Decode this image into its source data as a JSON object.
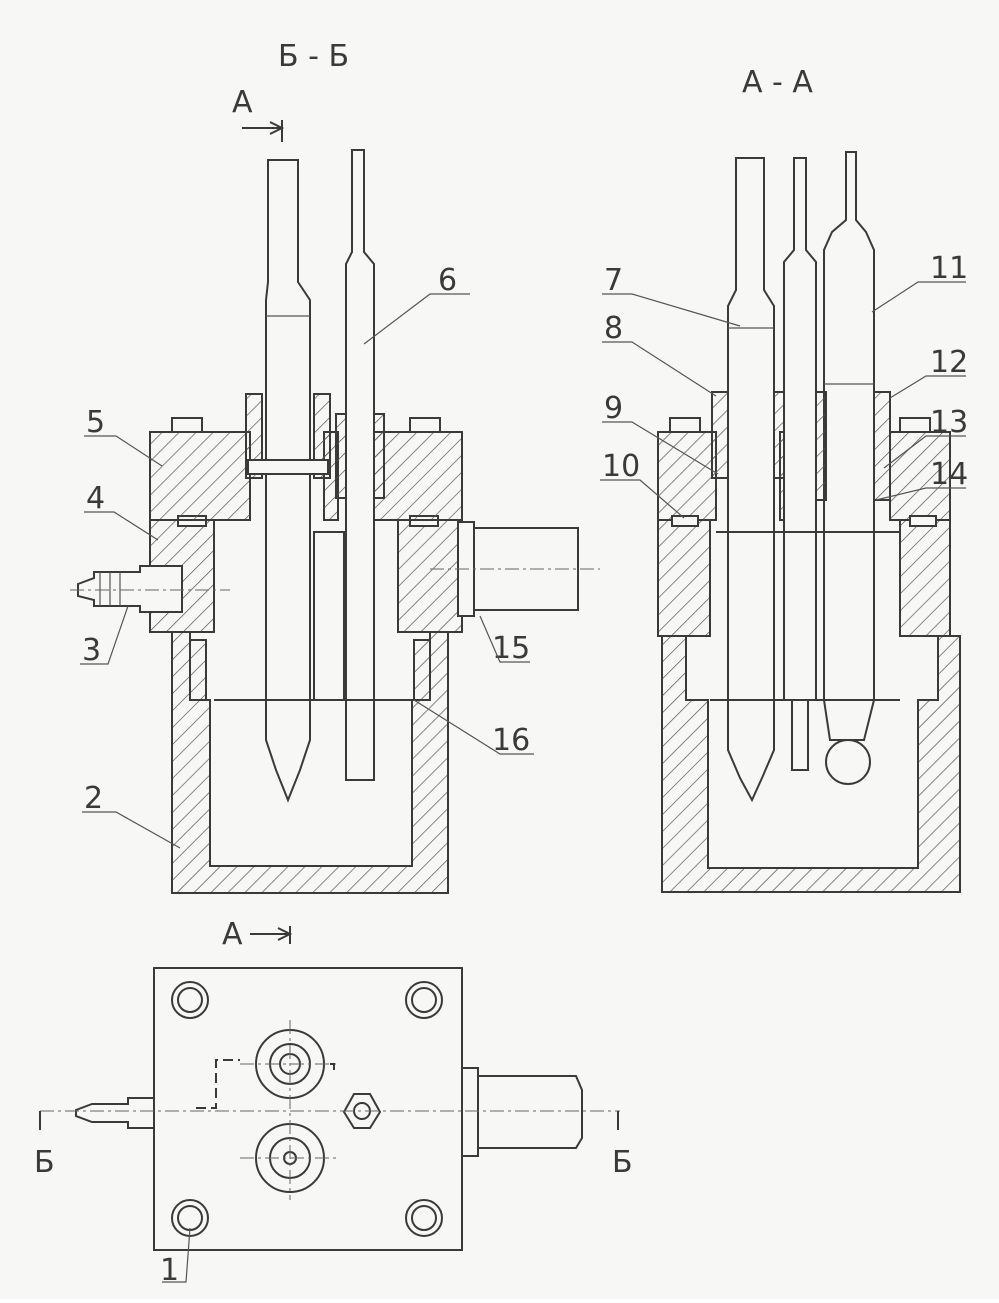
{
  "views": {
    "section_bb": {
      "title": "Б - Б",
      "cut_label": "А"
    },
    "section_aa": {
      "title": "А - А"
    },
    "plan": {
      "cut_label_a": "А",
      "cut_label_b_left": "Б",
      "cut_label_b_right": "Б"
    }
  },
  "callouts": {
    "c1": "1",
    "c2": "2",
    "c3": "3",
    "c4": "4",
    "c5": "5",
    "c6": "6",
    "c7": "7",
    "c8": "8",
    "c9": "9",
    "c10": "10",
    "c11": "11",
    "c12": "12",
    "c13": "13",
    "c14": "14",
    "c15": "15",
    "c16": "16"
  },
  "style": {
    "line_color": "#3a3a3a",
    "paper_color": "#f7f7f5"
  }
}
